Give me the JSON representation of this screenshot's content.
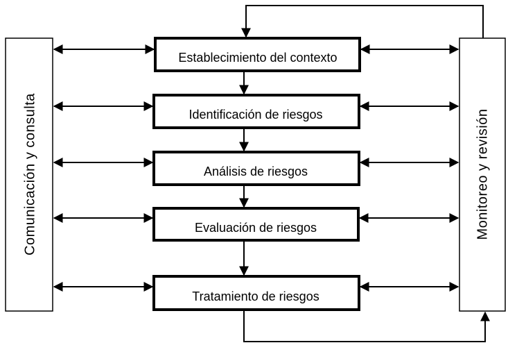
{
  "diagram": {
    "left_panel": {
      "label": "Comunicación y consulta"
    },
    "right_panel": {
      "label": "Monitoreo y revisión"
    },
    "steps": [
      {
        "label": "Establecimiento del contexto"
      },
      {
        "label": "Identificación de riesgos"
      },
      {
        "label": "Análisis de riesgos"
      },
      {
        "label": "Evaluación de riesgos"
      },
      {
        "label": "Tratamiento de riesgos"
      }
    ]
  },
  "colors": {
    "stroke": "#000000",
    "fill": "#ffffff"
  }
}
